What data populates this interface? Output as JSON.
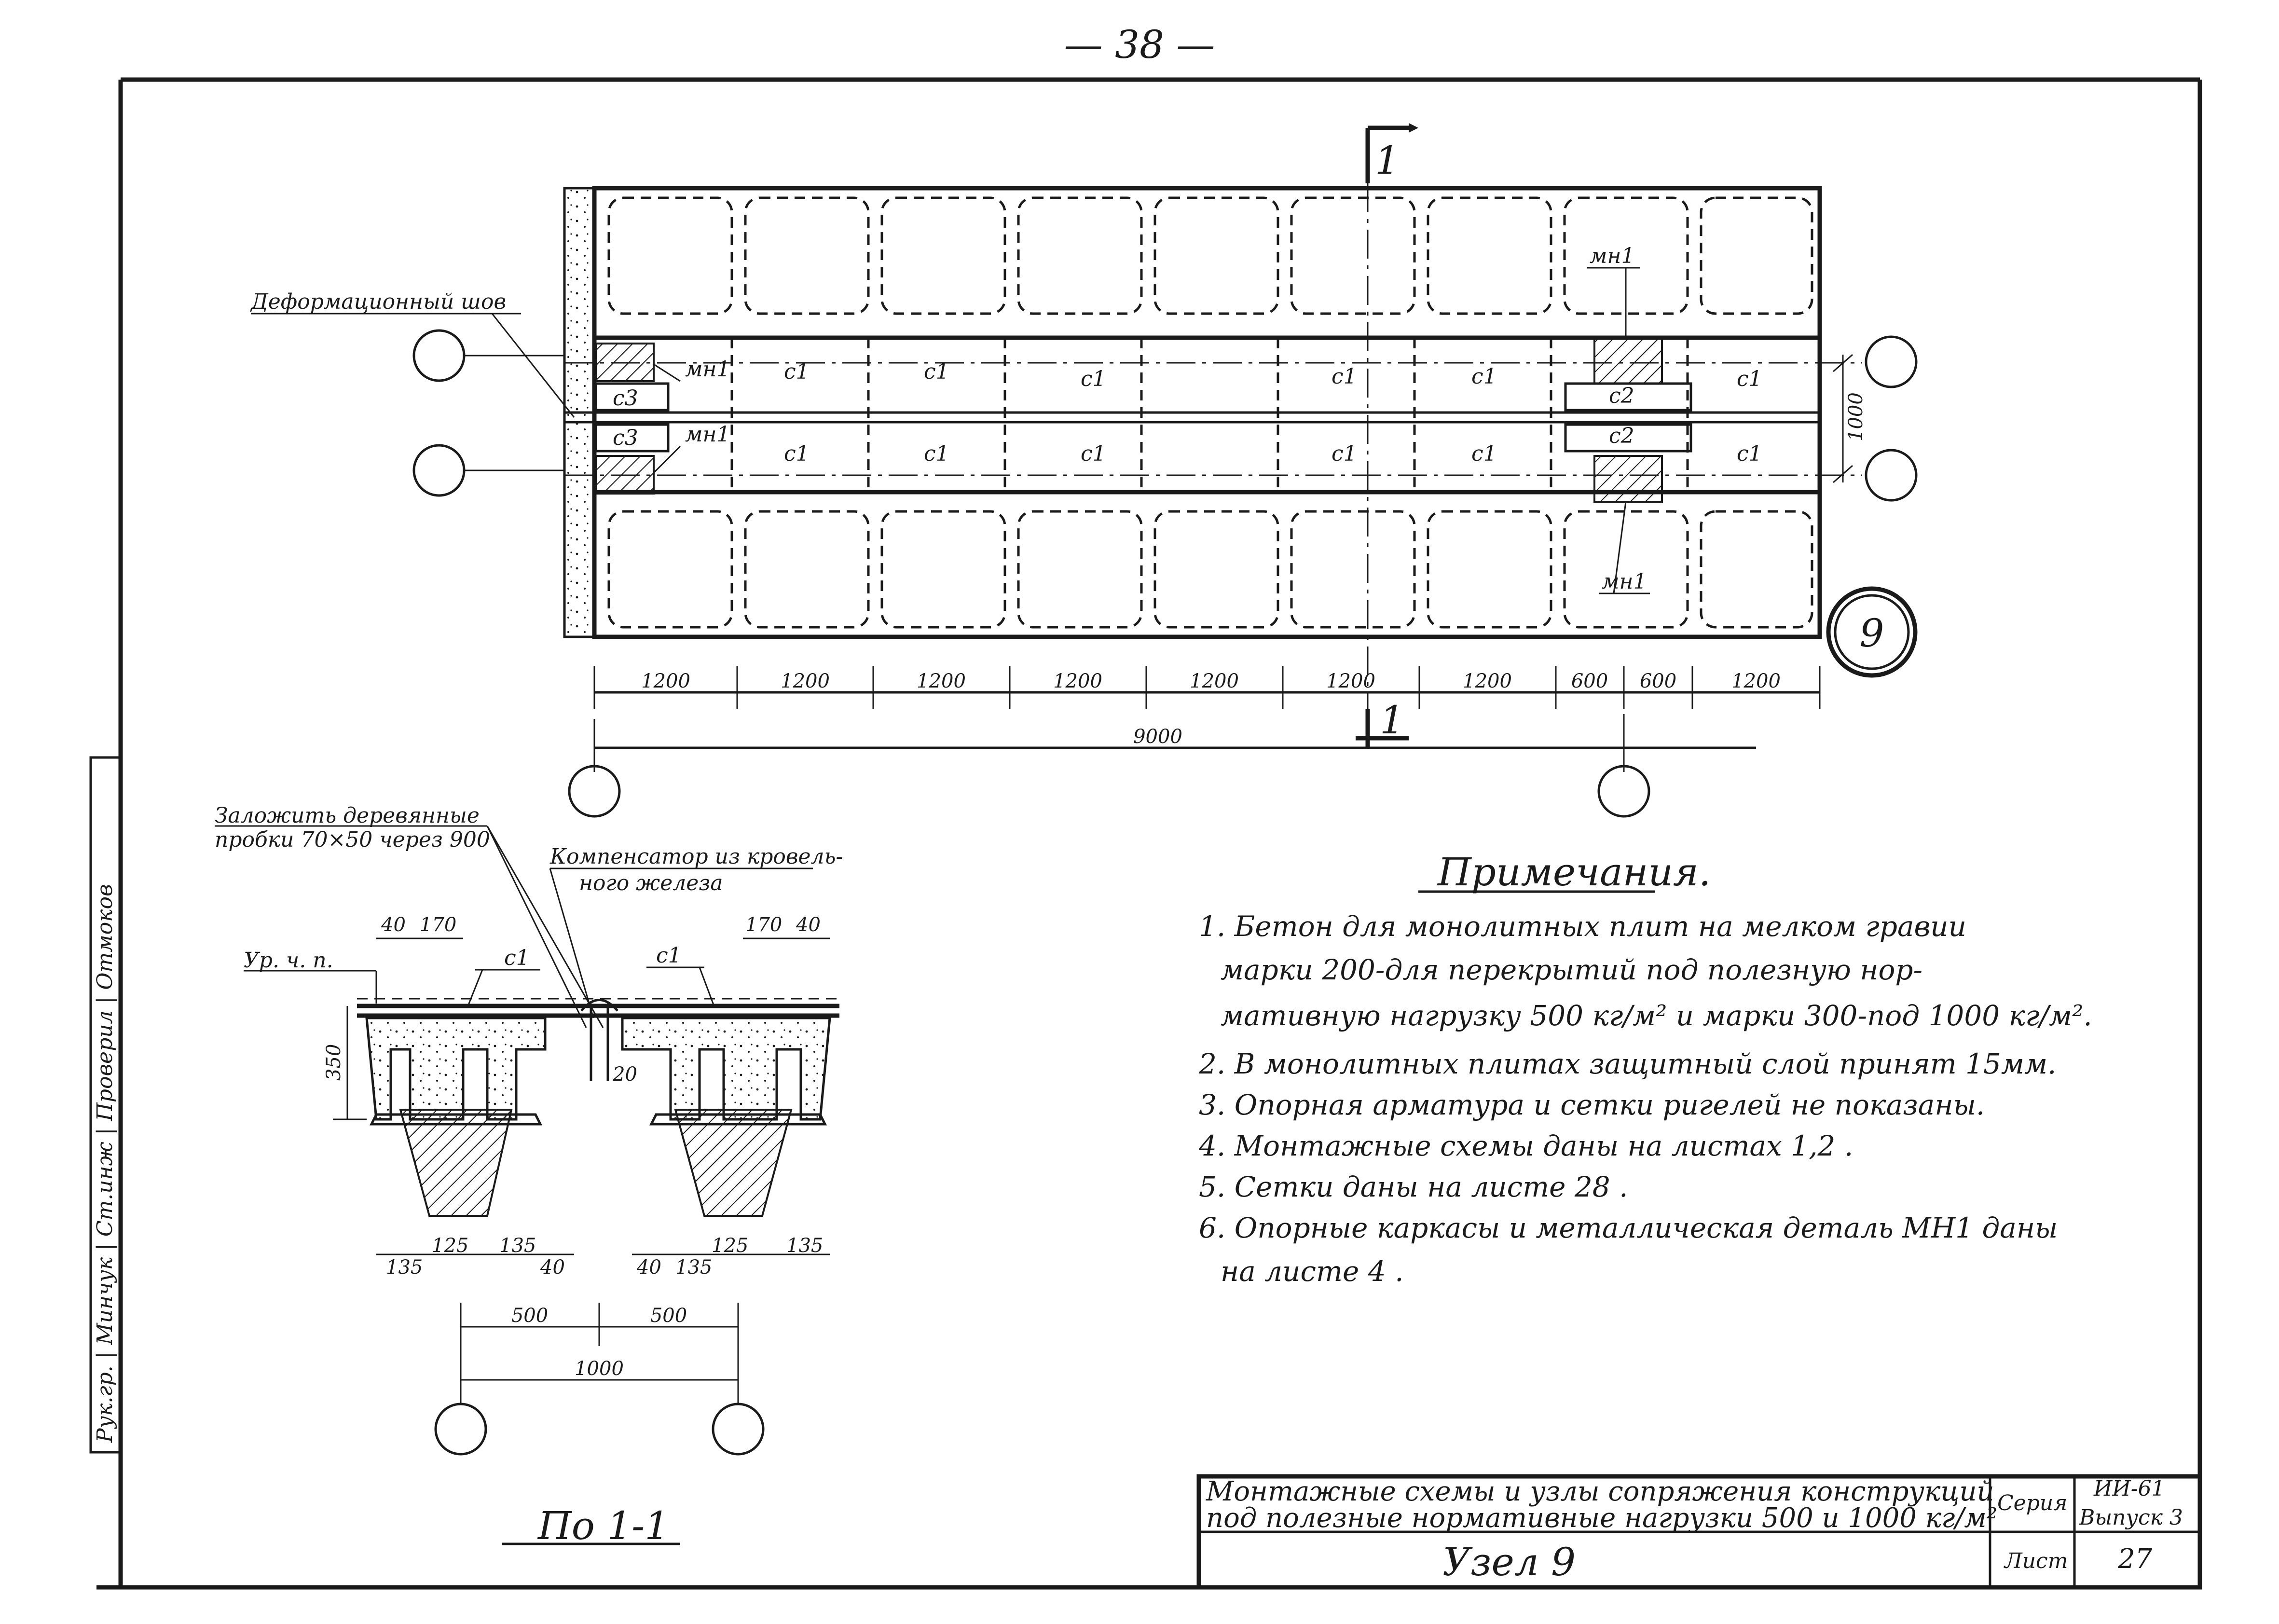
{
  "page_number": "— 38 —",
  "plan": {
    "section_mark": "1",
    "joint_label": "Деформационный шов",
    "slab_c1": "с1",
    "slab_c2": "с2",
    "slab_c3": "с3",
    "part_mn1": "мн1",
    "dim_1000": "1000",
    "node_number": "9",
    "spans": [
      "1200",
      "1200",
      "1200",
      "1200",
      "1200",
      "1200",
      "1200",
      "600",
      "600",
      "1200"
    ],
    "total_span": "9000"
  },
  "section": {
    "plug_note_line1": "Заложить деревянные",
    "plug_note_line2": "пробки 70×50 через 900",
    "compensator_line1": "Компенсатор из кровель-",
    "compensator_line2": "ного железа",
    "level_mark": "Ур. ч. п.",
    "slab_c1": "с1",
    "height_350": "350",
    "gap_20": "20",
    "dim_40": "40",
    "dim_170": "170",
    "dims_bottom_left": [
      "135",
      "125",
      "135",
      "40"
    ],
    "dims_bottom_right": [
      "40",
      "135",
      "125",
      "135"
    ],
    "dim_500": "500",
    "dim_1000": "1000",
    "title": "По 1-1"
  },
  "notes": {
    "heading": "Примечания.",
    "items": [
      "1. Бетон для монолитных плит на мелком гравии",
      "марки 200-для перекрытий под полезную нор-",
      "мативную нагрузку 500 кг/м² и марки 300-под 1000 кг/м².",
      "2. В монолитных плитах защитный слой принят 15мм.",
      "3. Опорная арматура и сетки ригелей не показаны.",
      "4. Монтажные схемы даны на листах 1,2 .",
      "5. Сетки даны на листе 28 .",
      "6. Опорные каркасы и металлическая деталь МН1 даны",
      "на листе 4 ."
    ]
  },
  "side_stamp": "Рук.гр. | Минчук | Ст.инж | Проверил | Отмоков",
  "title_block": {
    "description_line1": "Монтажные схемы и узлы сопряжения конструкций",
    "description_line2": "под полезные нормативные нагрузки 500 и 1000 кг/м²",
    "series_label": "Серия",
    "series_value": "ИИ-61",
    "issue_label": "Выпуск 3",
    "sheet_title": "Узел 9",
    "sheet_label": "Лист",
    "sheet_number": "27"
  }
}
